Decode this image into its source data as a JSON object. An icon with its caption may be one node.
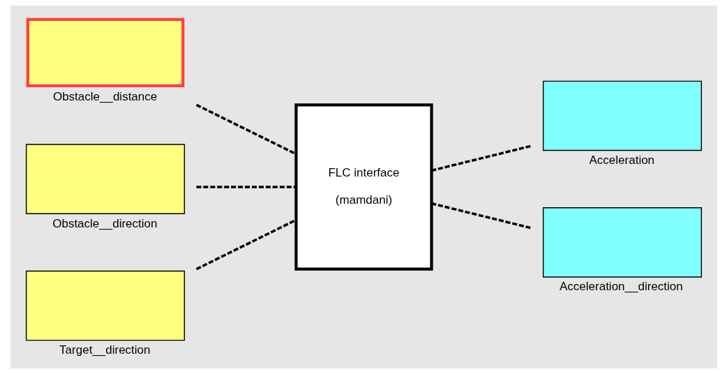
{
  "diagram": {
    "nodes": [
      {
        "text": [
          "Obstacle__distance"
        ]
      },
      {
        "text": [
          "Obstacle__direction"
        ]
      },
      {
        "text": [
          "Target__direction"
        ]
      },
      {
        "text": [
          "FLC interface",
          "(mamdani)"
        ]
      },
      {
        "text": [
          "Acceleration"
        ]
      },
      {
        "text": [
          "Acceleration__direction"
        ]
      }
    ],
    "edges": [
      {
        "from": 0,
        "to": 3,
        "arrow": "none",
        "style": "dashed"
      },
      {
        "from": 1,
        "to": 3,
        "arrow": "none",
        "style": "dashed"
      },
      {
        "from": 2,
        "to": 3,
        "arrow": "none",
        "style": "dashed"
      },
      {
        "from": 3,
        "to": 4,
        "arrow": "none",
        "style": "dashed"
      },
      {
        "from": 3,
        "to": 5,
        "arrow": "none",
        "style": "dashed"
      }
    ]
  }
}
